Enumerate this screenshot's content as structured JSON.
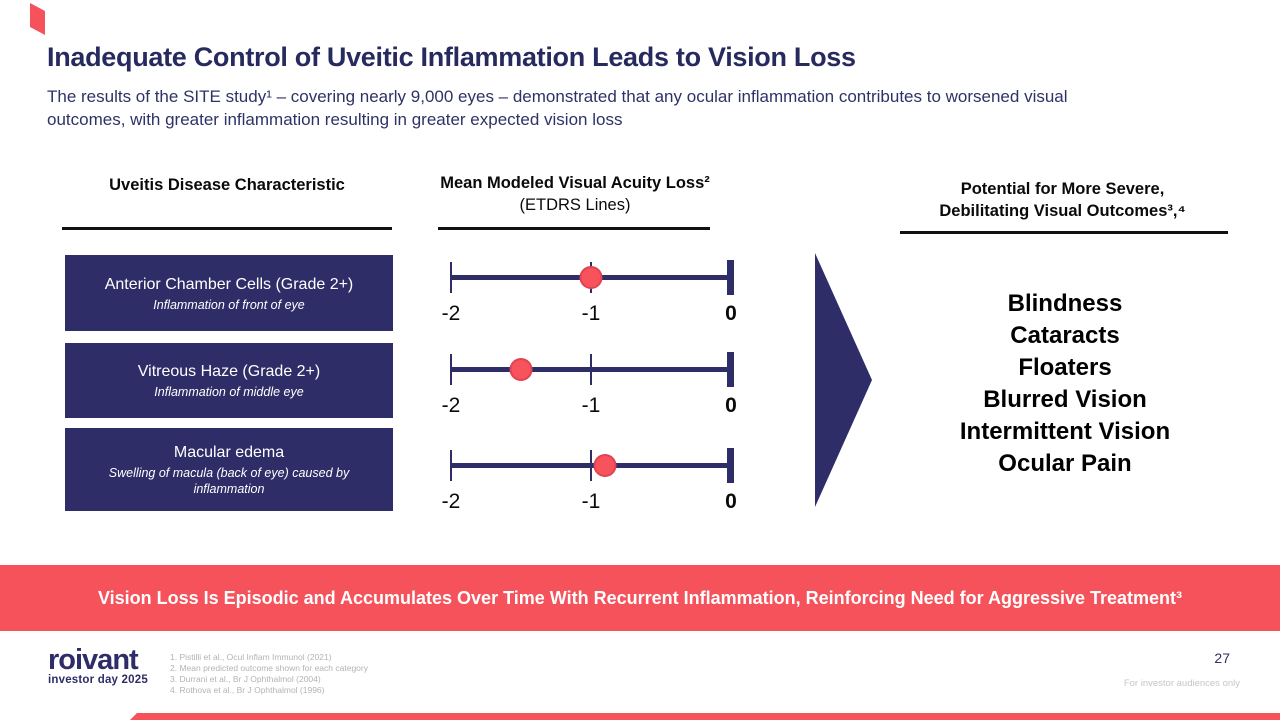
{
  "slide": {
    "title": "Inadequate Control of Uveitic Inflammation Leads to Vision Loss",
    "subtitle": "The results of the SITE study¹ – covering nearly 9,000 eyes – demonstrated that any ocular inflammation contributes to worsened visual outcomes, with greater inflammation resulting in greater expected vision loss"
  },
  "columns": {
    "characteristic_header": "Uveitis Disease Characteristic",
    "acuity_header": "Mean Modeled Visual Acuity Loss²",
    "acuity_subheader": "(ETDRS Lines)",
    "outcomes_header_line1": "Potential for More Severe,",
    "outcomes_header_line2": "Debilitating Visual Outcomes³,⁴"
  },
  "characteristics": [
    {
      "name": "Anterior Chamber Cells (Grade 2+)",
      "description": "Inflammation of front of eye"
    },
    {
      "name": "Vitreous Haze (Grade 2+)",
      "description": "Inflammation of middle eye"
    },
    {
      "name": "Macular edema",
      "description": "Swelling of macula (back of eye) caused by inflammation"
    }
  ],
  "chart_data": {
    "type": "scatter",
    "title": "Mean Modeled Visual Acuity Loss (ETDRS Lines)",
    "categories": [
      "Anterior Chamber Cells (Grade 2+)",
      "Vitreous Haze (Grade 2+)",
      "Macular edema"
    ],
    "values": [
      -1.0,
      -1.5,
      -0.9
    ],
    "xlim": [
      -2,
      0
    ],
    "tick_labels": [
      "-2",
      "-1",
      "0"
    ],
    "marker_color": "#f8525d",
    "axis_color": "#2e2d68"
  },
  "outcomes": {
    "items": [
      "Blindness",
      "Cataracts",
      "Floaters",
      "Blurred Vision",
      "Intermittent Vision",
      "Ocular Pain"
    ]
  },
  "banner": {
    "text": "Vision Loss Is Episodic and Accumulates Over Time With Recurrent Inflammation, Reinforcing Need for Aggressive Treatment³"
  },
  "footer": {
    "logo_text": "roivant",
    "logo_tagline": "investor day 2025",
    "footnotes": [
      "1. Pistilli et al., Ocul Inflam Immunol (2021)",
      "2. Mean predicted outcome shown for each category",
      "3. Durrani et al., Br J Ophthalmol (2004)",
      "4. Rothova et al., Br J Ophthalmol (1996)"
    ],
    "page_number": "27",
    "audience_note": "For investor audiences only"
  },
  "colors": {
    "accent_red": "#f5525c",
    "navy": "#2e2d68"
  }
}
